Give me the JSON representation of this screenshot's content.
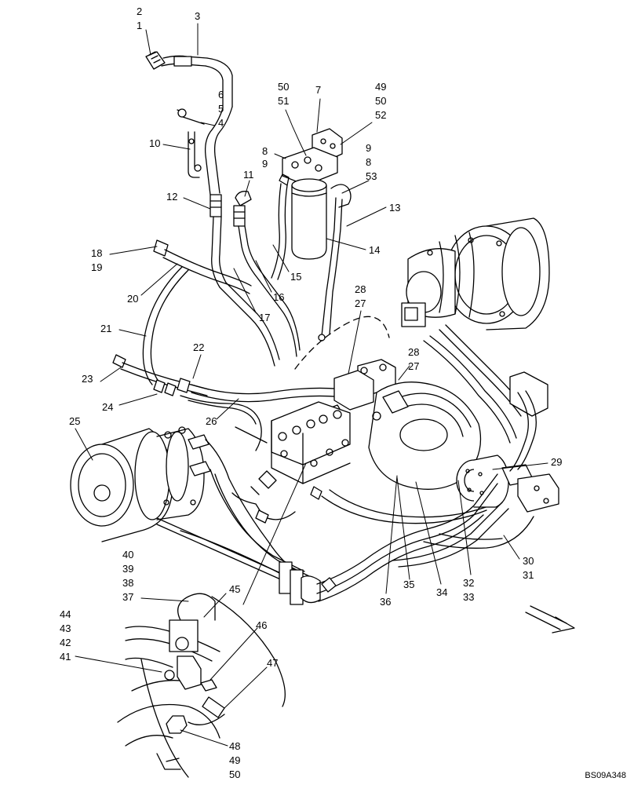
{
  "figure": {
    "reference_code": "BS09A348",
    "callouts": [
      {
        "id": "c2",
        "text": "2"
      },
      {
        "id": "c1",
        "text": "1"
      },
      {
        "id": "c3",
        "text": "3"
      },
      {
        "id": "c6",
        "text": "6"
      },
      {
        "id": "c5",
        "text": "5"
      },
      {
        "id": "c4",
        "text": "4"
      },
      {
        "id": "c10",
        "text": "10"
      },
      {
        "id": "c50a",
        "text": "50"
      },
      {
        "id": "c51a",
        "text": "51"
      },
      {
        "id": "c7",
        "text": "7"
      },
      {
        "id": "c49a",
        "text": "49"
      },
      {
        "id": "c50b",
        "text": "50"
      },
      {
        "id": "c52",
        "text": "52"
      },
      {
        "id": "c8a",
        "text": "8"
      },
      {
        "id": "c9a",
        "text": "9"
      },
      {
        "id": "c9b",
        "text": "9"
      },
      {
        "id": "c8b",
        "text": "8"
      },
      {
        "id": "c53",
        "text": "53"
      },
      {
        "id": "c11",
        "text": "11"
      },
      {
        "id": "c12",
        "text": "12"
      },
      {
        "id": "c13",
        "text": "13"
      },
      {
        "id": "c14",
        "text": "14"
      },
      {
        "id": "c18",
        "text": "18"
      },
      {
        "id": "c19",
        "text": "19"
      },
      {
        "id": "c15",
        "text": "15"
      },
      {
        "id": "c20",
        "text": "20"
      },
      {
        "id": "c16",
        "text": "16"
      },
      {
        "id": "c17",
        "text": "17"
      },
      {
        "id": "c28a",
        "text": "28"
      },
      {
        "id": "c27a",
        "text": "27"
      },
      {
        "id": "c21",
        "text": "21"
      },
      {
        "id": "c22",
        "text": "22"
      },
      {
        "id": "c28b",
        "text": "28"
      },
      {
        "id": "c27b",
        "text": "27"
      },
      {
        "id": "c23",
        "text": "23"
      },
      {
        "id": "c24",
        "text": "24"
      },
      {
        "id": "c26",
        "text": "26"
      },
      {
        "id": "c25",
        "text": "25"
      },
      {
        "id": "c29",
        "text": "29"
      },
      {
        "id": "c30",
        "text": "30"
      },
      {
        "id": "c31",
        "text": "31"
      },
      {
        "id": "c40",
        "text": "40"
      },
      {
        "id": "c39",
        "text": "39"
      },
      {
        "id": "c38",
        "text": "38"
      },
      {
        "id": "c37",
        "text": "37"
      },
      {
        "id": "c45",
        "text": "45"
      },
      {
        "id": "c36",
        "text": "36"
      },
      {
        "id": "c35",
        "text": "35"
      },
      {
        "id": "c34",
        "text": "34"
      },
      {
        "id": "c32",
        "text": "32"
      },
      {
        "id": "c33",
        "text": "33"
      },
      {
        "id": "c44",
        "text": "44"
      },
      {
        "id": "c43",
        "text": "43"
      },
      {
        "id": "c42",
        "text": "42"
      },
      {
        "id": "c41",
        "text": "41"
      },
      {
        "id": "c46",
        "text": "46"
      },
      {
        "id": "c47",
        "text": "47"
      },
      {
        "id": "c48",
        "text": "48"
      },
      {
        "id": "c49b",
        "text": "49"
      },
      {
        "id": "c50c",
        "text": "50"
      }
    ]
  }
}
